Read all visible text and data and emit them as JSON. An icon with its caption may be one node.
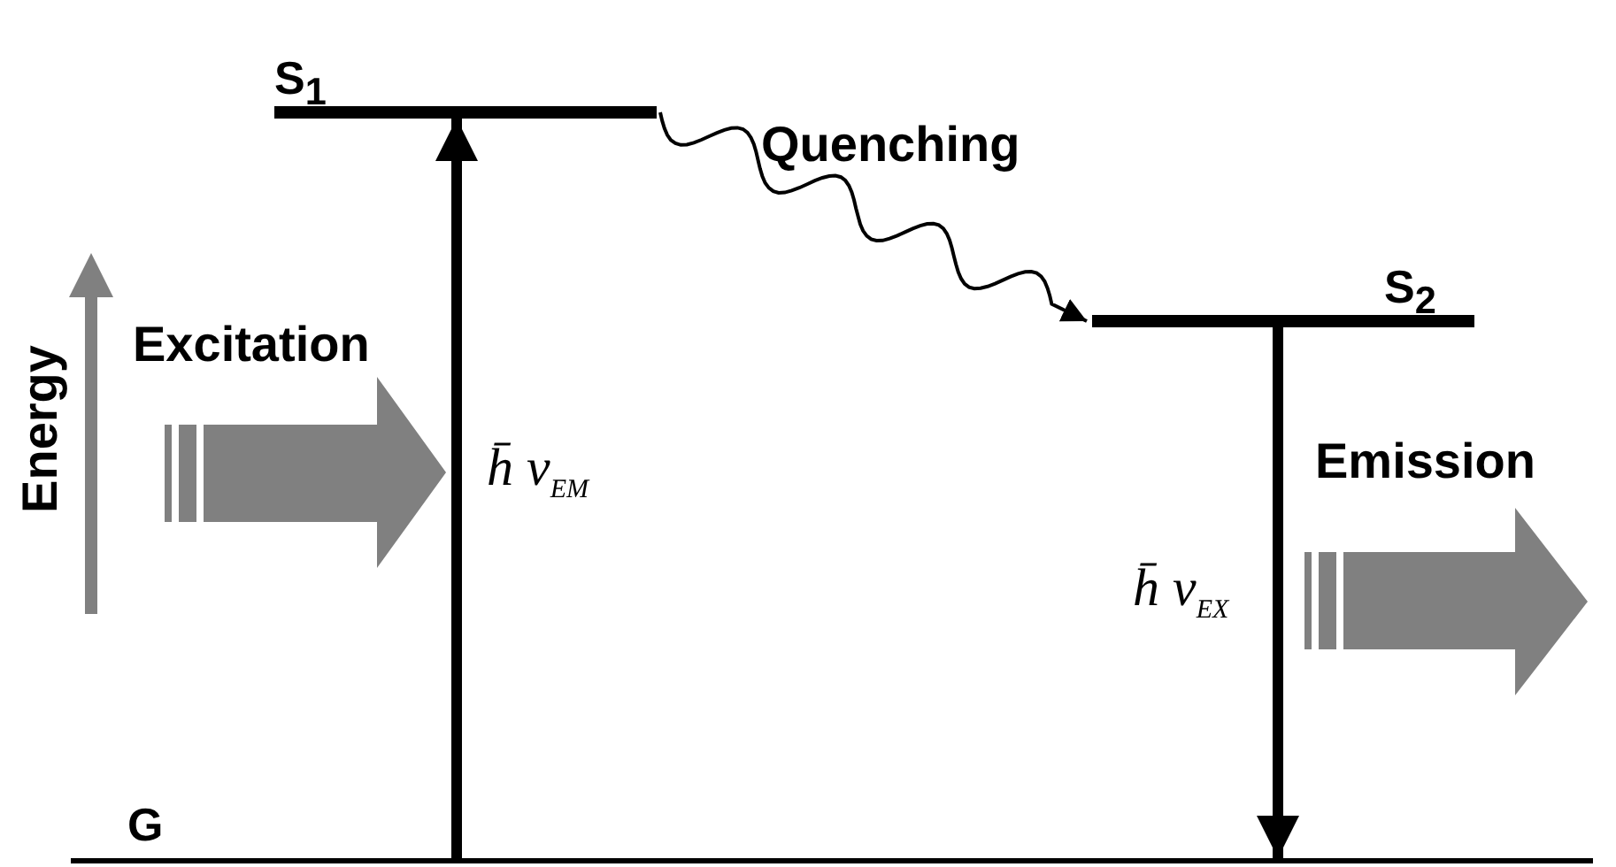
{
  "diagram": {
    "nodes": [
      {
        "text": [
          "S$_{1}$"
        ]
      },
      {
        "text": [
          "S$_{2}$"
        ]
      },
      {
        "text": [
          "G"
        ]
      }
    ],
    "edges": [
      {
        "from": 2,
        "to": 0,
        "arrow": "to",
        "label": "h̄ ν$_{EM}$"
      },
      {
        "from": 0,
        "to": 1,
        "arrow": "to",
        "label": "Quenching"
      },
      {
        "from": 1,
        "to": 2,
        "arrow": "to",
        "label": "h̄ ν$_{EX}$"
      }
    ],
    "labels": [
      "Energy",
      "Excitation",
      "Emission"
    ]
  }
}
